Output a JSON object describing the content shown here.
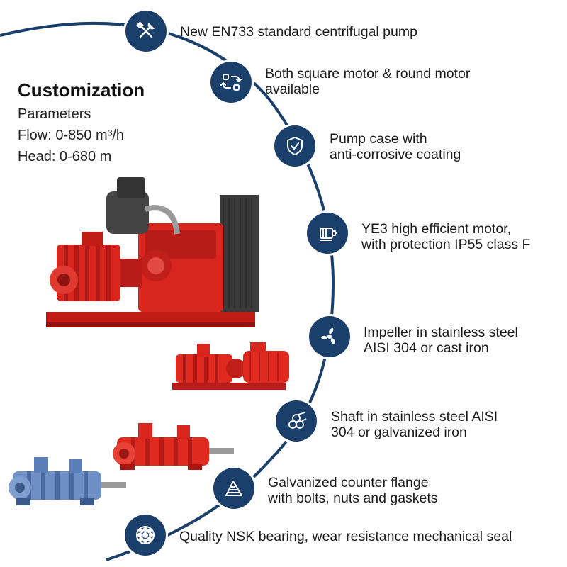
{
  "heading": {
    "title": "Customization",
    "parameters_label": "Parameters",
    "flow": "Flow: 0-850 m³/h",
    "head": "Head: 0-680 m"
  },
  "colors": {
    "accent_navy": "#1b3f6b",
    "pump_red": "#d8261f",
    "pump_blue": "#5a7fb8"
  },
  "features": [
    {
      "icon": "tools-icon",
      "line1": "New EN733 standard centrifugal pump",
      "line2": ""
    },
    {
      "icon": "swap-arrows-icon",
      "line1": "Both square motor & round motor",
      "line2": "available"
    },
    {
      "icon": "shield-check-icon",
      "line1": "Pump case with",
      "line2": "anti-corrosive coating"
    },
    {
      "icon": "motor-icon",
      "line1": "YE3 high efficient motor,",
      "line2": "with protection IP55 class F"
    },
    {
      "icon": "impeller-fan-icon",
      "line1": "Impeller in stainless steel",
      "line2": "AISI 304 or cast iron"
    },
    {
      "icon": "shafts-icon",
      "line1": "Shaft in stainless steel AISI",
      "line2": "304 or galvanized iron"
    },
    {
      "icon": "flange-icon",
      "line1": "Galvanized counter flange",
      "line2": "with bolts, nuts and gaskets"
    },
    {
      "icon": "bearing-icon",
      "line1": "Quality NSK bearing, wear resistance mechanical seal",
      "line2": ""
    }
  ]
}
